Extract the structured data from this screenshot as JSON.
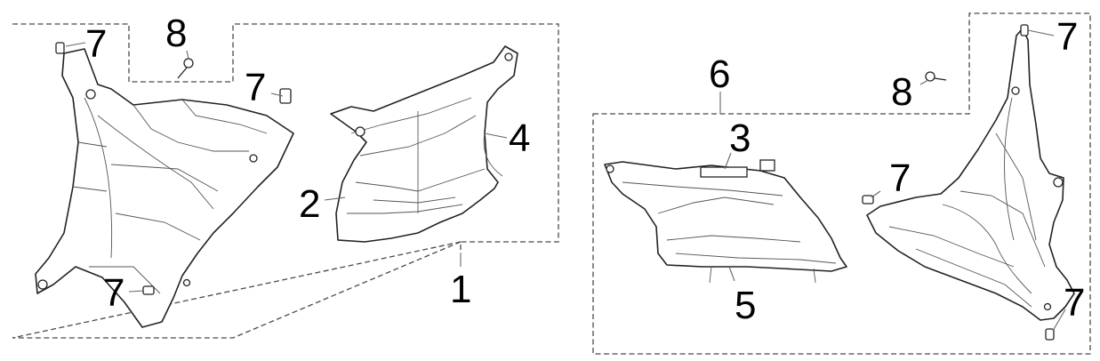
{
  "callouts": {
    "left_7_top": "7",
    "left_8": "8",
    "left_7_mid": "7",
    "left_4": "4",
    "left_2": "2",
    "left_7_bottom": "7",
    "left_1": "1",
    "right_6": "6",
    "right_7_top": "7",
    "right_8": "8",
    "right_3": "3",
    "right_7_mid": "7",
    "right_5": "5",
    "right_7_bottom": "7"
  }
}
